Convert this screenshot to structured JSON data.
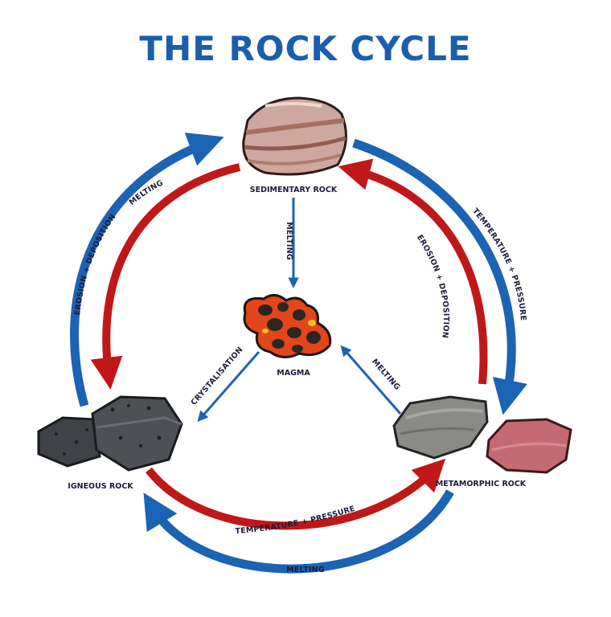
{
  "title": "THE ROCK CYCLE",
  "colors": {
    "title": "#1a5fae",
    "blue_arrow": "#1b63b4",
    "red_arrow": "#c01818",
    "label_text": "#1b1b3a",
    "magma": "#d13b12",
    "sedimentary": "#c8a094",
    "igneous": "#4d5055",
    "metamorphic_gray": "#8a8a86",
    "metamorphic_pink": "#c46a72"
  },
  "nodes": {
    "sedimentary": "SEDIMENTARY ROCK",
    "magma": "MAGMA",
    "igneous": "IGNEOUS ROCK",
    "metamorphic": "METAMORPHIC ROCK"
  },
  "arrows": {
    "outer_left": "EROSION + DEPOSITION",
    "inner_left": "MELTING",
    "center_down": "MELTING",
    "inner_right": "EROSION + DEPOSITION",
    "outer_right": "TEMPERATURE + PRESSURE",
    "crystalisation": "CRYSTALISATION",
    "magma_from_metamorphic": "MELTING",
    "inner_bottom": "TEMPERATURE + PRESSURE",
    "outer_bottom": "MELTING"
  }
}
